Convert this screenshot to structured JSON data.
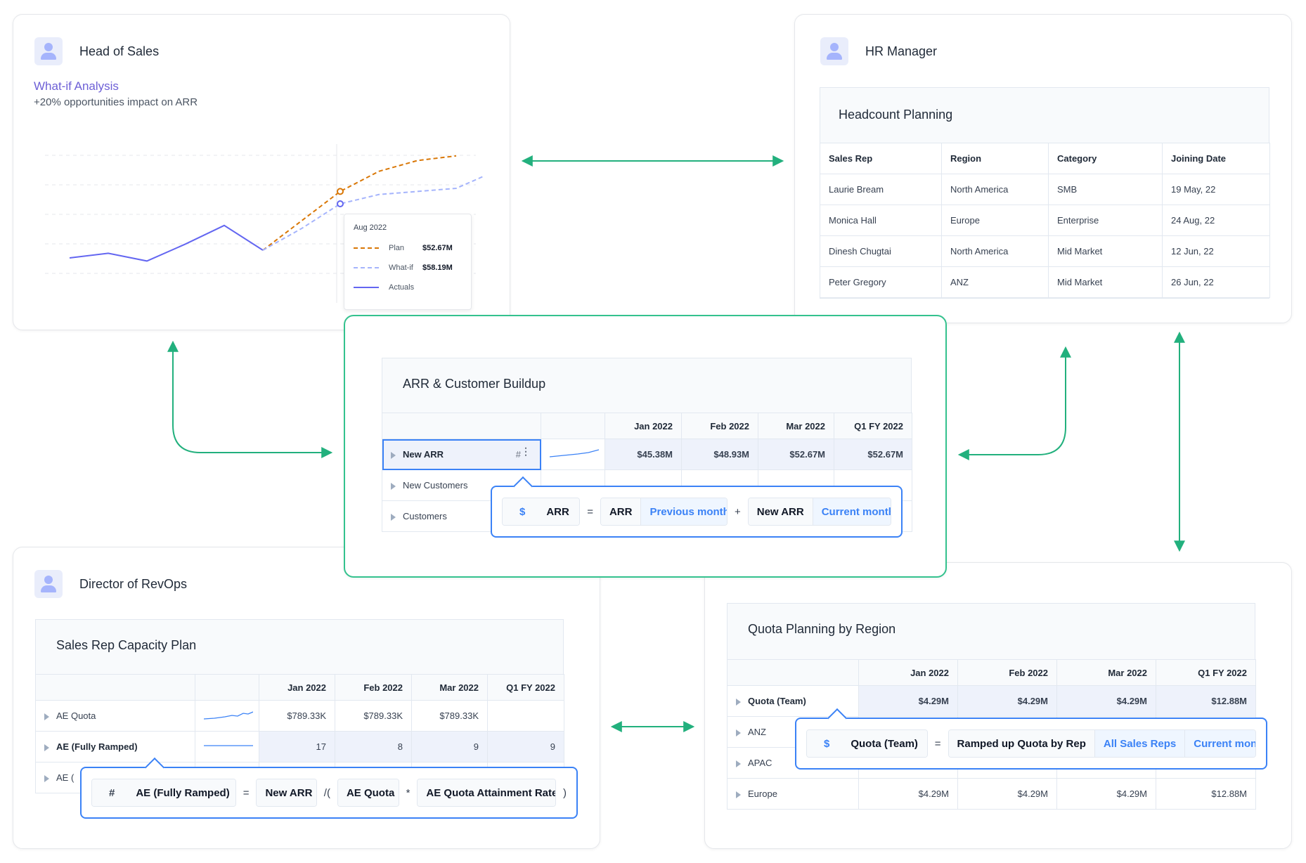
{
  "colors": {
    "accent_green": "#22b07d",
    "accent_blue": "#3b82f6",
    "purple": "#6366f1",
    "orange": "#f59e0b"
  },
  "head_of_sales": {
    "role": "Head of Sales",
    "title": "What-if Analysis",
    "subtitle": "+20% opportunities impact on ARR",
    "tooltip": {
      "date": "Aug 2022",
      "plan_label": "Plan",
      "plan_value": "$52.67M",
      "whatif_label": "What-if",
      "whatif_value": "$58.19M",
      "actuals_label": "Actuals"
    },
    "chart_data": {
      "type": "line",
      "series": [
        {
          "name": "Actuals",
          "values": [
            1.0,
            1.3,
            0.8,
            1.9,
            3.1,
            1.5
          ]
        },
        {
          "name": "Plan",
          "values": [
            null,
            null,
            null,
            null,
            null,
            1.5,
            3.4,
            5.3,
            6.6,
            7.3,
            7.6
          ]
        },
        {
          "name": "What-if",
          "values": [
            null,
            null,
            null,
            null,
            null,
            1.5,
            2.9,
            4.5,
            5.1,
            5.3,
            5.5,
            6.6
          ]
        }
      ]
    }
  },
  "hr_manager": {
    "role": "HR Manager",
    "card_title": "Headcount Planning",
    "columns": [
      "Sales Rep",
      "Region",
      "Category",
      "Joining Date"
    ],
    "rows": [
      [
        "Laurie Bream",
        "North America",
        "SMB",
        "19 May, 22"
      ],
      [
        "Monica Hall",
        "Europe",
        "Enterprise",
        "24 Aug, 22"
      ],
      [
        "Dinesh Chugtai",
        "North America",
        "Mid Market",
        "12 Jun, 22"
      ],
      [
        "Peter Gregory",
        "ANZ",
        "Mid Market",
        "26 Jun, 22"
      ]
    ]
  },
  "arr": {
    "card_title": "ARR & Customer Buildup",
    "columns": [
      "Jan 2022",
      "Feb 2022",
      "Mar 2022",
      "Q1 FY 2022"
    ],
    "rows": [
      {
        "label": "New ARR",
        "values": [
          "$45.38M",
          "$48.93M",
          "$52.67M",
          "$52.67M"
        ]
      },
      {
        "label": "New Customers"
      },
      {
        "label": "Customers"
      }
    ],
    "hash": "#",
    "formula": {
      "sym": "$",
      "target": "ARR",
      "eq": "=",
      "a": "ARR",
      "a_mod": "Previous month",
      "plus": "+",
      "b": "New ARR",
      "b_mod": "Current month"
    }
  },
  "revops": {
    "role": "Director of RevOps",
    "card_title": "Sales Rep Capacity Plan",
    "columns": [
      "Jan 2022",
      "Feb 2022",
      "Mar 2022",
      "Q1 FY 2022"
    ],
    "rows": [
      {
        "label": "AE Quota",
        "values": [
          "$789.33K",
          "$789.33K",
          "$789.33K",
          ""
        ]
      },
      {
        "label": "AE (Fully Ramped)",
        "values": [
          "17",
          "8",
          "9",
          "9"
        ]
      },
      {
        "label": "AE ("
      }
    ],
    "formula": {
      "sym": "#",
      "target": "AE (Fully Ramped)",
      "eq": "=",
      "a": "New ARR",
      "div": "/(",
      "b": "AE Quota",
      "mul": "*",
      "c": "AE Quota Attainment Rate",
      "close": ")"
    }
  },
  "quota": {
    "card_title": "Quota Planning by Region",
    "columns": [
      "Jan 2022",
      "Feb 2022",
      "Mar 2022",
      "Q1 FY 2022"
    ],
    "rows": [
      {
        "label": "Quota (Team)",
        "values": [
          "$4.29M",
          "$4.29M",
          "$4.29M",
          "$12.88M"
        ]
      },
      {
        "label": "ANZ"
      },
      {
        "label": "APAC"
      },
      {
        "label": "Europe",
        "values": [
          "$4.29M",
          "$4.29M",
          "$4.29M",
          "$12.88M"
        ]
      }
    ],
    "formula": {
      "sym": "$",
      "target": "Quota (Team)",
      "eq": "=",
      "a": "Ramped up Quota by Rep",
      "a_mod1": "All Sales Reps",
      "a_mod2": "Current month"
    }
  }
}
